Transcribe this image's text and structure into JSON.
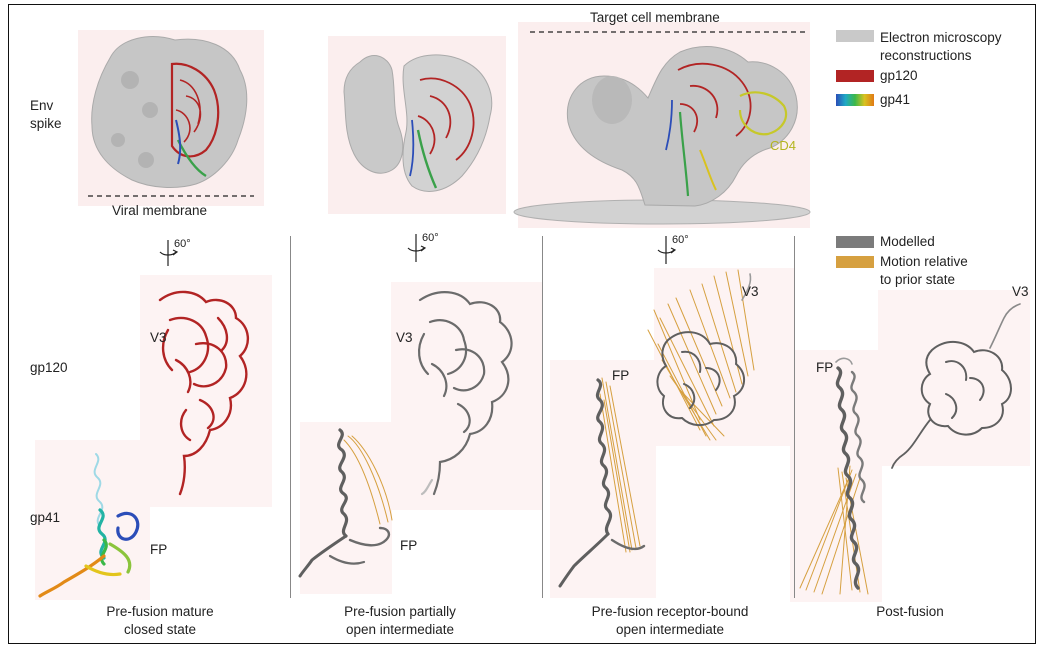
{
  "row_labels": {
    "env_spike": [
      "Env",
      "spike"
    ],
    "gp120": "gp120",
    "gp41": "gp41"
  },
  "annotations": {
    "target_cell_membrane": "Target cell membrane",
    "viral_membrane": "Viral membrane",
    "cd4": "CD4",
    "rotation": "60°",
    "v3": "V3",
    "fp": "FP"
  },
  "legend_top": [
    {
      "label": "Electron microscopy",
      "label2": "reconstructions",
      "color": "#c9c9c9"
    },
    {
      "label": "gp120",
      "color": "#b22424"
    },
    {
      "label": "gp41",
      "gradient": [
        "#2b4db8",
        "#1fa9c6",
        "#3cb84a",
        "#d9c21f",
        "#e07a16"
      ]
    }
  ],
  "legend_bottom": [
    {
      "label": "Modelled",
      "color": "#7b7b7b"
    },
    {
      "label": "Motion relative",
      "label2": "to prior state",
      "color": "#d6a040"
    }
  ],
  "states": [
    {
      "line1": "Pre-fusion mature",
      "line2": "closed state"
    },
    {
      "line1": "Pre-fusion partially",
      "line2": "open intermediate"
    },
    {
      "line1": "Pre-fusion receptor-bound",
      "line2": "open intermediate"
    },
    {
      "line1": "Post-fusion",
      "line2": ""
    }
  ],
  "colors": {
    "gp120": "#b22424",
    "modelled": "#6f6f6f",
    "motion": "#d6a040",
    "em": "#c9c9c9",
    "cd4": "#c6c82a"
  }
}
